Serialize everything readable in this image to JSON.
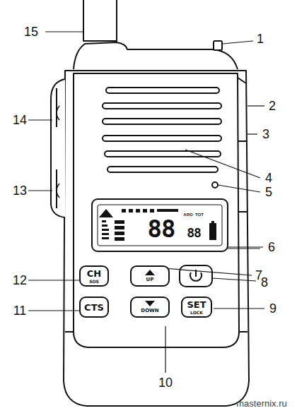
{
  "diagram": {
    "nodes": [
      {
        "text": [
          "CH",
          "SOS"
        ]
      },
      {
        "text": [
          "UP"
        ]
      },
      {
        "text": [
          "CTS"
        ]
      },
      {
        "text": [
          "DOWN"
        ]
      },
      {
        "text": [
          "SET",
          "LOCK"
        ]
      }
    ],
    "labels": [
      "15",
      "1",
      "2",
      "3",
      "14",
      "4",
      "5",
      "13",
      "6",
      "7",
      "12",
      "8",
      "11",
      "9",
      "10",
      "ARO",
      "TOT",
      "88",
      "88",
      "masternix.ru"
    ]
  }
}
